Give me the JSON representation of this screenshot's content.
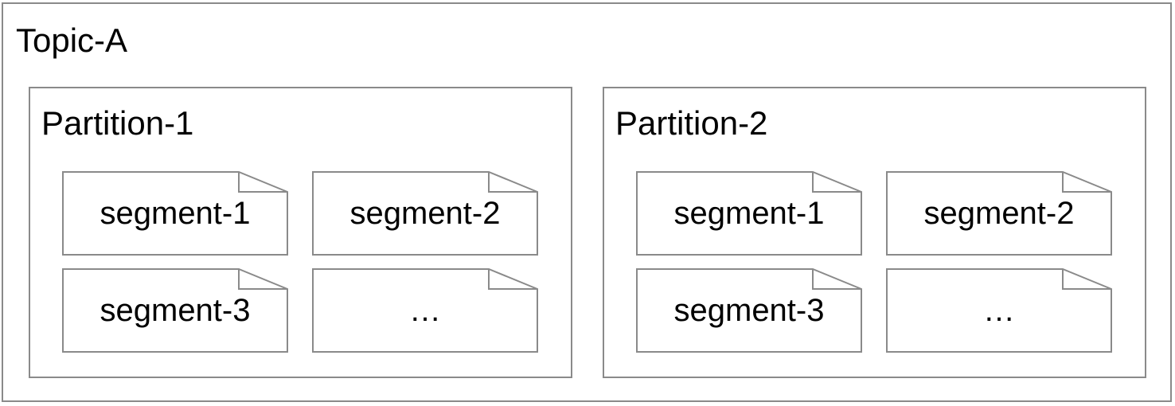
{
  "topic": {
    "title": "Topic-A",
    "partitions": [
      {
        "title": "Partition-1",
        "segments": [
          "segment-1",
          "segment-2",
          "segment-3",
          "…"
        ]
      },
      {
        "title": "Partition-2",
        "segments": [
          "segment-1",
          "segment-2",
          "segment-3",
          "…"
        ]
      }
    ]
  },
  "colors": {
    "border": "#8a8a8a",
    "text": "#000000",
    "background": "#ffffff"
  }
}
